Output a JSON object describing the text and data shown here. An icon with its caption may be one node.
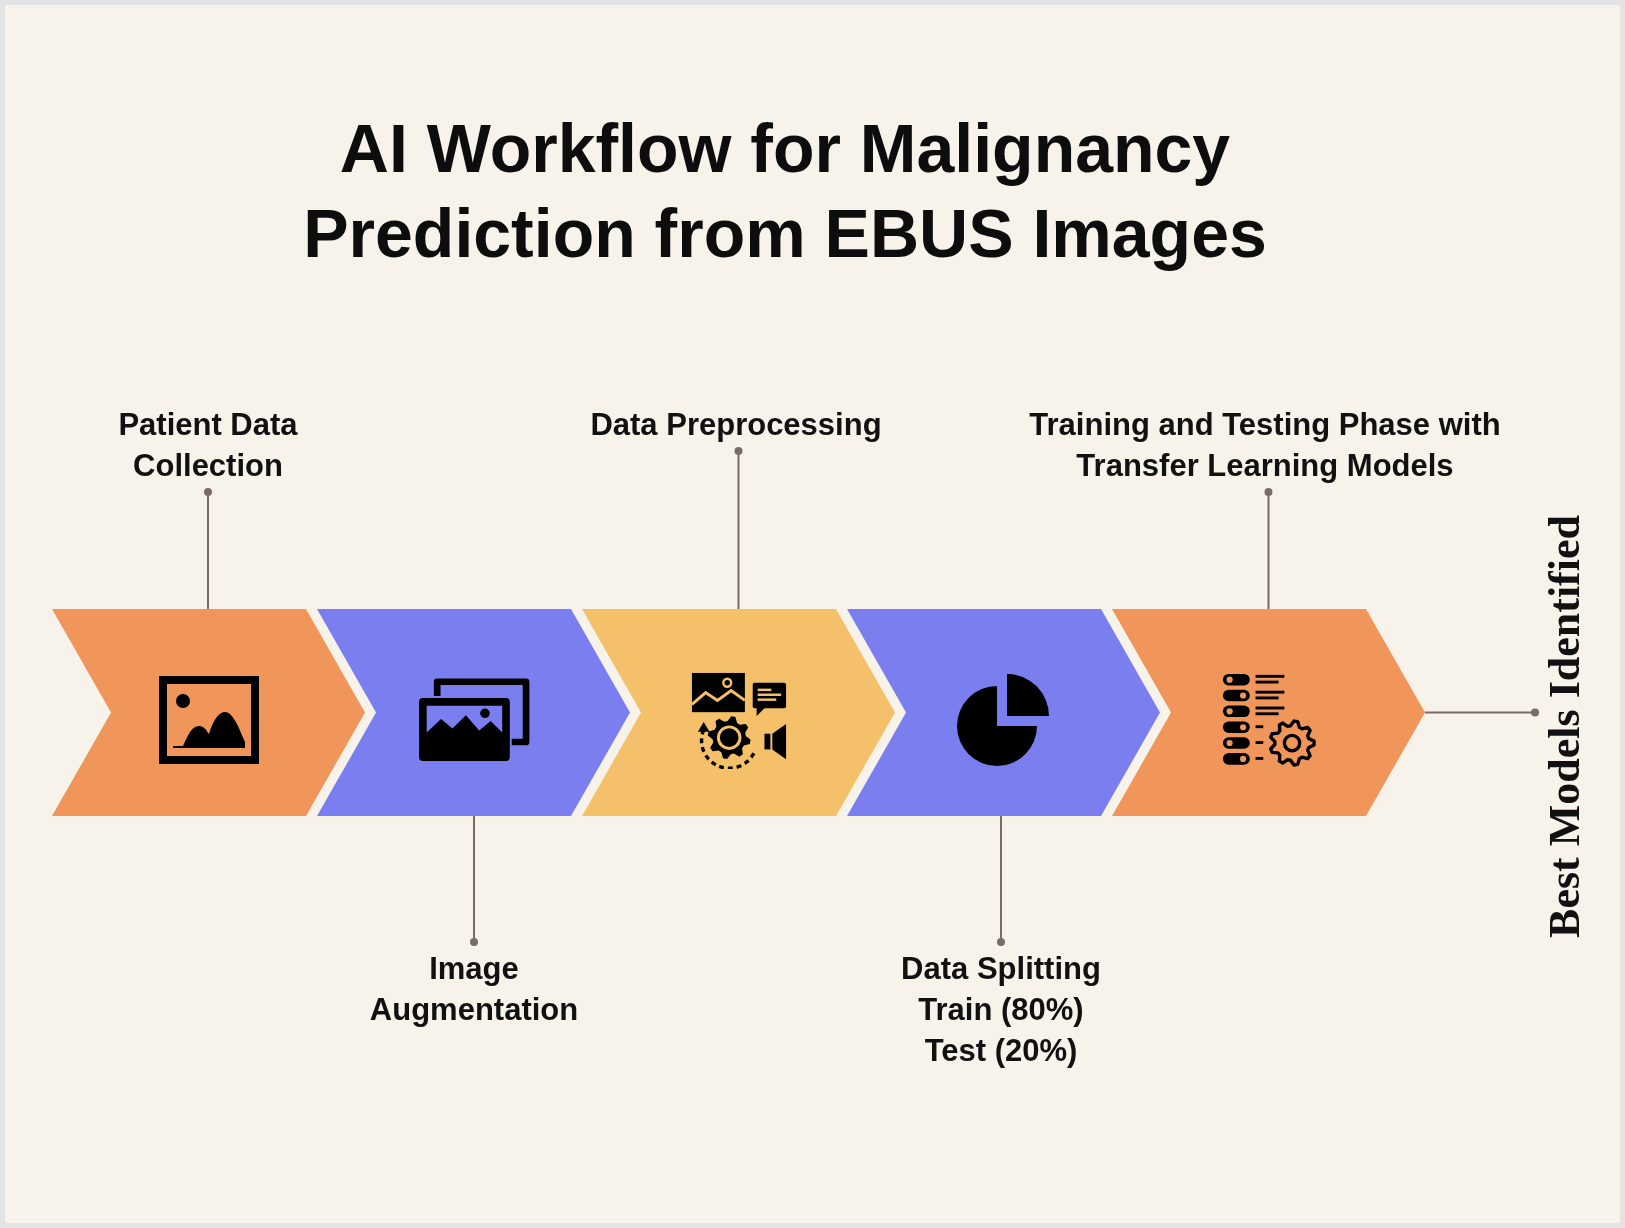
{
  "diagram": {
    "title": "AI Workflow for Malignancy Prediction from EBUS Images",
    "nodes": [
      {
        "text": [
          "Patient Data Collection"
        ]
      },
      {
        "text": [
          "Data Preprocessing"
        ]
      },
      {
        "text": [
          "Training and Testing Phase with Transfer Learning Models"
        ]
      },
      {
        "text": [],
        "shape": "chevron"
      },
      {
        "text": [],
        "shape": "chevron"
      },
      {
        "text": [],
        "shape": "chevron"
      },
      {
        "text": [],
        "shape": "chevron"
      },
      {
        "text": [],
        "shape": "chevron"
      },
      {
        "text": [
          "Image Augmentation"
        ]
      },
      {
        "text": [
          "Data Splitting",
          "Train (80%)",
          "Test (20%)"
        ]
      },
      {
        "text": [
          "Best Models Identified"
        ]
      }
    ],
    "edges": [
      {
        "from": 0,
        "to": 3,
        "arrow": "other"
      },
      {
        "from": 8,
        "to": 4,
        "arrow": "other"
      },
      {
        "from": 1,
        "to": 5,
        "arrow": "other"
      },
      {
        "from": 9,
        "to": 6,
        "arrow": "other"
      },
      {
        "from": 2,
        "to": 7,
        "arrow": "other"
      },
      {
        "from": 10,
        "to": 7,
        "arrow": "other"
      }
    ]
  }
}
